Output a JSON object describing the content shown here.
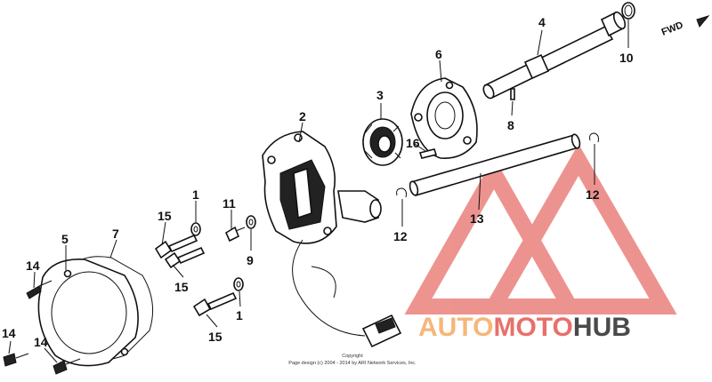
{
  "direction_label": "FWD",
  "callouts": [
    {
      "id": "c1a",
      "label": "1"
    },
    {
      "id": "c1b",
      "label": "1"
    },
    {
      "id": "c2",
      "label": "2"
    },
    {
      "id": "c3",
      "label": "3"
    },
    {
      "id": "c4",
      "label": "4"
    },
    {
      "id": "c5",
      "label": "5"
    },
    {
      "id": "c6",
      "label": "6"
    },
    {
      "id": "c7",
      "label": "7"
    },
    {
      "id": "c8",
      "label": "8"
    },
    {
      "id": "c9",
      "label": "9"
    },
    {
      "id": "c10",
      "label": "10"
    },
    {
      "id": "c11",
      "label": "11"
    },
    {
      "id": "c12a",
      "label": "12"
    },
    {
      "id": "c12b",
      "label": "12"
    },
    {
      "id": "c13",
      "label": "13"
    },
    {
      "id": "c14a",
      "label": "14"
    },
    {
      "id": "c14b",
      "label": "14"
    },
    {
      "id": "c14c",
      "label": "14"
    },
    {
      "id": "c15a",
      "label": "15"
    },
    {
      "id": "c15b",
      "label": "15"
    },
    {
      "id": "c15c",
      "label": "15"
    },
    {
      "id": "c16",
      "label": "16"
    }
  ],
  "copyright": {
    "line1": "Copyright",
    "line2": "Page design (c) 2004 - 2014 by ARI Network Services, Inc."
  },
  "watermark": {
    "part1": "AUTO",
    "part2": "MOTO",
    "part3": "HUB",
    "color_light": "#f5b77a",
    "color_red": "#e8706a",
    "color_dark": "#4a4a4a"
  }
}
